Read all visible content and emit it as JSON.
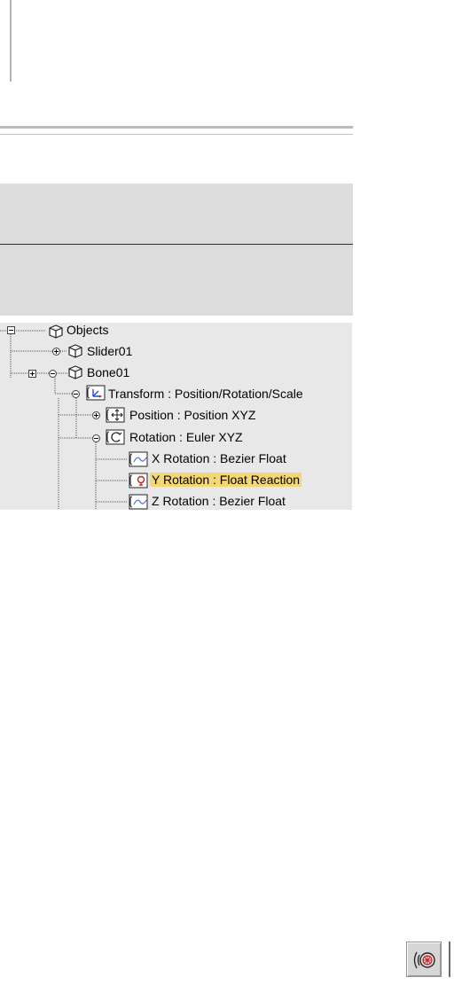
{
  "tree": {
    "items": [
      {
        "label": "Objects",
        "icon": "cube-icon"
      },
      {
        "label": "Slider01",
        "icon": "cube-icon"
      },
      {
        "label": "Bone01",
        "icon": "cube-icon"
      },
      {
        "label": "Transform : Position/Rotation/Scale",
        "icon": "transform-controller-icon"
      },
      {
        "label": "Position : Position XYZ",
        "icon": "position-controller-icon"
      },
      {
        "label": "Rotation : Euler XYZ",
        "icon": "rotation-controller-icon"
      },
      {
        "label": "X Rotation : Bezier Float",
        "icon": "bezier-float-icon"
      },
      {
        "label": "Y Rotation : Float Reaction",
        "icon": "reaction-controller-icon",
        "selected": true
      },
      {
        "label": "Z Rotation : Bezier Float",
        "icon": "bezier-float-icon"
      }
    ],
    "highlight_color": "#f4d774",
    "panel_color": "#e8e8e8"
  },
  "toolbar": {
    "reaction_button_icon": "reaction-manager-icon"
  }
}
